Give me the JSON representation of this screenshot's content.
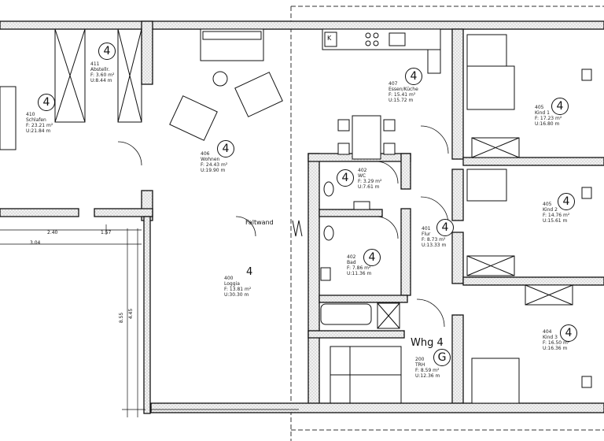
{
  "rooms": [
    {
      "number": "411",
      "name": "Abstellr.",
      "area": "F: 3.60 m²",
      "perimeter": "U:8.44 m"
    },
    {
      "number": "410",
      "name": "Schlafen",
      "area": "F: 23.21 m²",
      "perimeter": "U:21.84 m"
    },
    {
      "number": "406",
      "name": "Wohnen",
      "area": "F: 24.43 m²",
      "perimeter": "U:19.90 m"
    },
    {
      "number": "407",
      "name": "Essen/Küche",
      "area": "F: 15.41 m²",
      "perimeter": "U:15.72 m"
    },
    {
      "number": "405",
      "name": "Kind 1",
      "area": "F: 17.23 m²",
      "perimeter": "U:16.80 m"
    },
    {
      "number": "402",
      "name": "WC",
      "area": "F: 3.29 m²",
      "perimeter": "U:7.61 m"
    },
    {
      "number": "405",
      "name": "Kind 2",
      "area": "F: 14.76 m²",
      "perimeter": "U:15.61 m"
    },
    {
      "number": "401",
      "name": "Flur",
      "area": "F: 8.73 m²",
      "perimeter": "U:13.33 m"
    },
    {
      "number": "402",
      "name": "Bad",
      "area": "F: 7.86 m²",
      "perimeter": "U:11.36 m"
    },
    {
      "number": "400",
      "name": "Loggia",
      "area": "F: 13.81 m²",
      "perimeter": "U:30.30 m"
    },
    {
      "number": "404",
      "name": "Kind 3",
      "area": "F: 16.50 m²",
      "perimeter": "U:16.36 m"
    },
    {
      "number": "200",
      "name": "TRH",
      "area": "F: 8.59 m²",
      "perimeter": "U:12.36 m"
    }
  ],
  "markers": [
    "4",
    "4",
    "4",
    "4",
    "4",
    "4",
    "4",
    "4",
    "4",
    "4",
    "G"
  ],
  "loggia_unit": "4",
  "apartment_label": "Whg 4",
  "folding_wall_label": "Faltwand",
  "kitchen_fridge_label": "K",
  "dimensions": [
    "2.40",
    "1.57",
    "3.04",
    "8.55",
    "4.45"
  ]
}
